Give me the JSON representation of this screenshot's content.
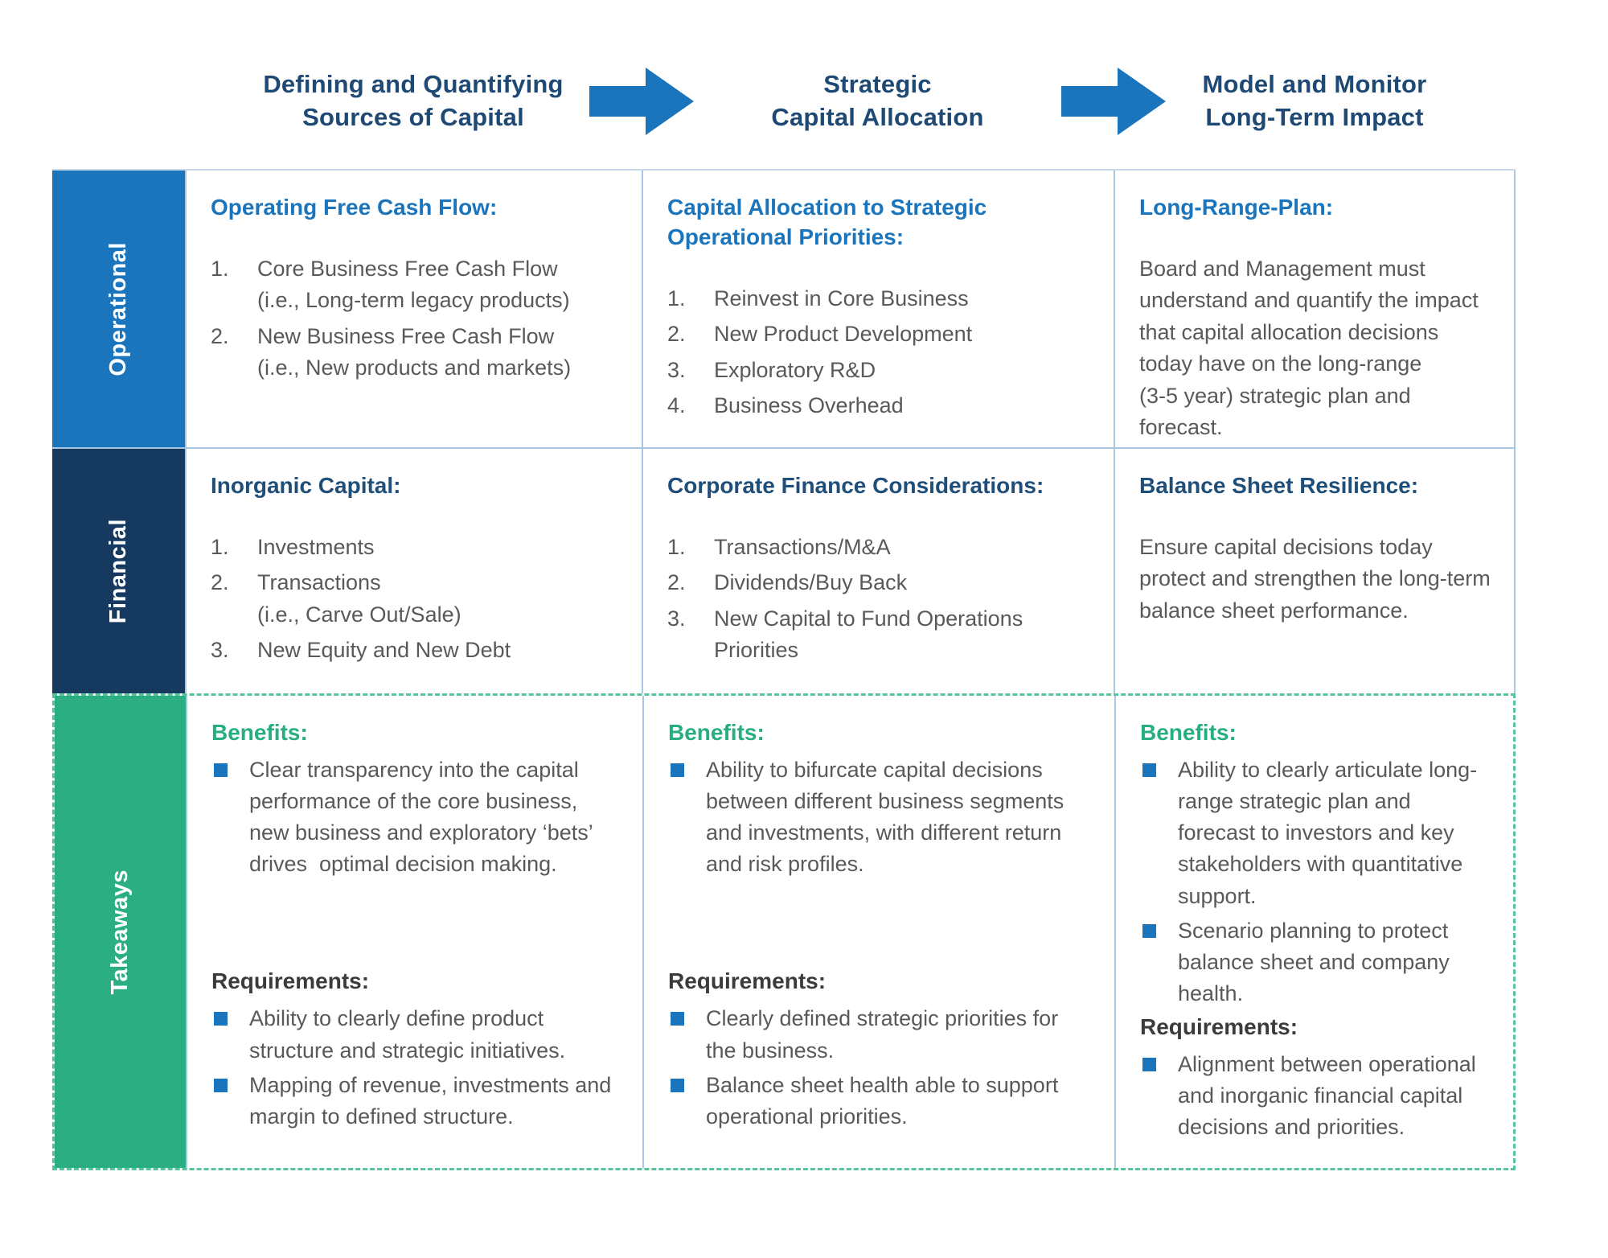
{
  "flow": {
    "steps": [
      "Defining and Quantifying\nSources of Capital",
      "Strategic\nCapital Allocation",
      "Model and Monitor\nLong-Term Impact"
    ]
  },
  "row_labels": {
    "operational": "Operational",
    "financial": "Financial",
    "takeaways": "Takeaways"
  },
  "cells": {
    "op1": {
      "title": "Operating Free Cash Flow:",
      "items": [
        {
          "n": "1.",
          "t": "Core Business Free Cash Flow\n(i.e., Long-term legacy products)"
        },
        {
          "n": "2.",
          "t": "New Business Free Cash Flow\n(i.e., New products and markets)"
        }
      ]
    },
    "op2": {
      "title": "Capital Allocation to Strategic\nOperational Priorities:",
      "items": [
        {
          "n": "1.",
          "t": "Reinvest in Core Business"
        },
        {
          "n": "2.",
          "t": "New Product Development"
        },
        {
          "n": "3.",
          "t": "Exploratory R&D"
        },
        {
          "n": "4.",
          "t": "Business Overhead"
        }
      ]
    },
    "op3": {
      "title": "Long-Range-Plan:",
      "body": "Board and Management must understand and quantify the impact that capital allocation decisions today have on the long-range\n(3-5 year) strategic plan and forecast."
    },
    "fin1": {
      "title": "Inorganic Capital:",
      "items": [
        {
          "n": "1.",
          "t": "Investments"
        },
        {
          "n": "2.",
          "t": "Transactions\n(i.e., Carve Out/Sale)"
        },
        {
          "n": "3.",
          "t": "New Equity and New Debt"
        }
      ]
    },
    "fin2": {
      "title": "Corporate Finance Considerations:",
      "items": [
        {
          "n": "1.",
          "t": "Transactions/M&A"
        },
        {
          "n": "2.",
          "t": "Dividends/Buy Back"
        },
        {
          "n": "3.",
          "t": "New Capital to Fund Operations\nPriorities"
        }
      ]
    },
    "fin3": {
      "title": "Balance Sheet Resilience:",
      "body": "Ensure capital decisions today protect and strengthen the long-term balance sheet performance."
    },
    "tk1": {
      "benefits_label": "Benefits:",
      "benefits": [
        "Clear transparency into the capital performance of the core business, new business and exploratory ‘bets’ drives  optimal decision making."
      ],
      "requirements_label": "Requirements:",
      "requirements": [
        "Ability to clearly define product structure and strategic initiatives.",
        "Mapping of revenue, investments and margin to defined structure."
      ]
    },
    "tk2": {
      "benefits_label": "Benefits:",
      "benefits": [
        "Ability to bifurcate capital decisions between different business segments and investments, with different return and risk profiles."
      ],
      "requirements_label": "Requirements:",
      "requirements": [
        "Clearly defined strategic priorities for the business.",
        "Balance sheet health able to support operational priorities."
      ]
    },
    "tk3": {
      "benefits_label": "Benefits:",
      "benefits": [
        "Ability to clearly articulate long-range strategic plan and forecast to investors and key stakeholders with quantitative support.",
        "Scenario planning to protect balance sheet and company health."
      ],
      "requirements_label": "Requirements:",
      "requirements": [
        "Alignment between operational and inorganic financial capital decisions and priorities."
      ]
    }
  },
  "colors": {
    "bright_blue": "#1B75BC",
    "navy_band": "#15395F",
    "navy_text": "#1F4E79",
    "header_navy": "#1F4975",
    "green_band": "#2BAE82",
    "green_text": "#27AE80",
    "dashed_green": "#57C49C",
    "cell_border_blue": "#A9C6E4",
    "body_gray": "#595959"
  }
}
